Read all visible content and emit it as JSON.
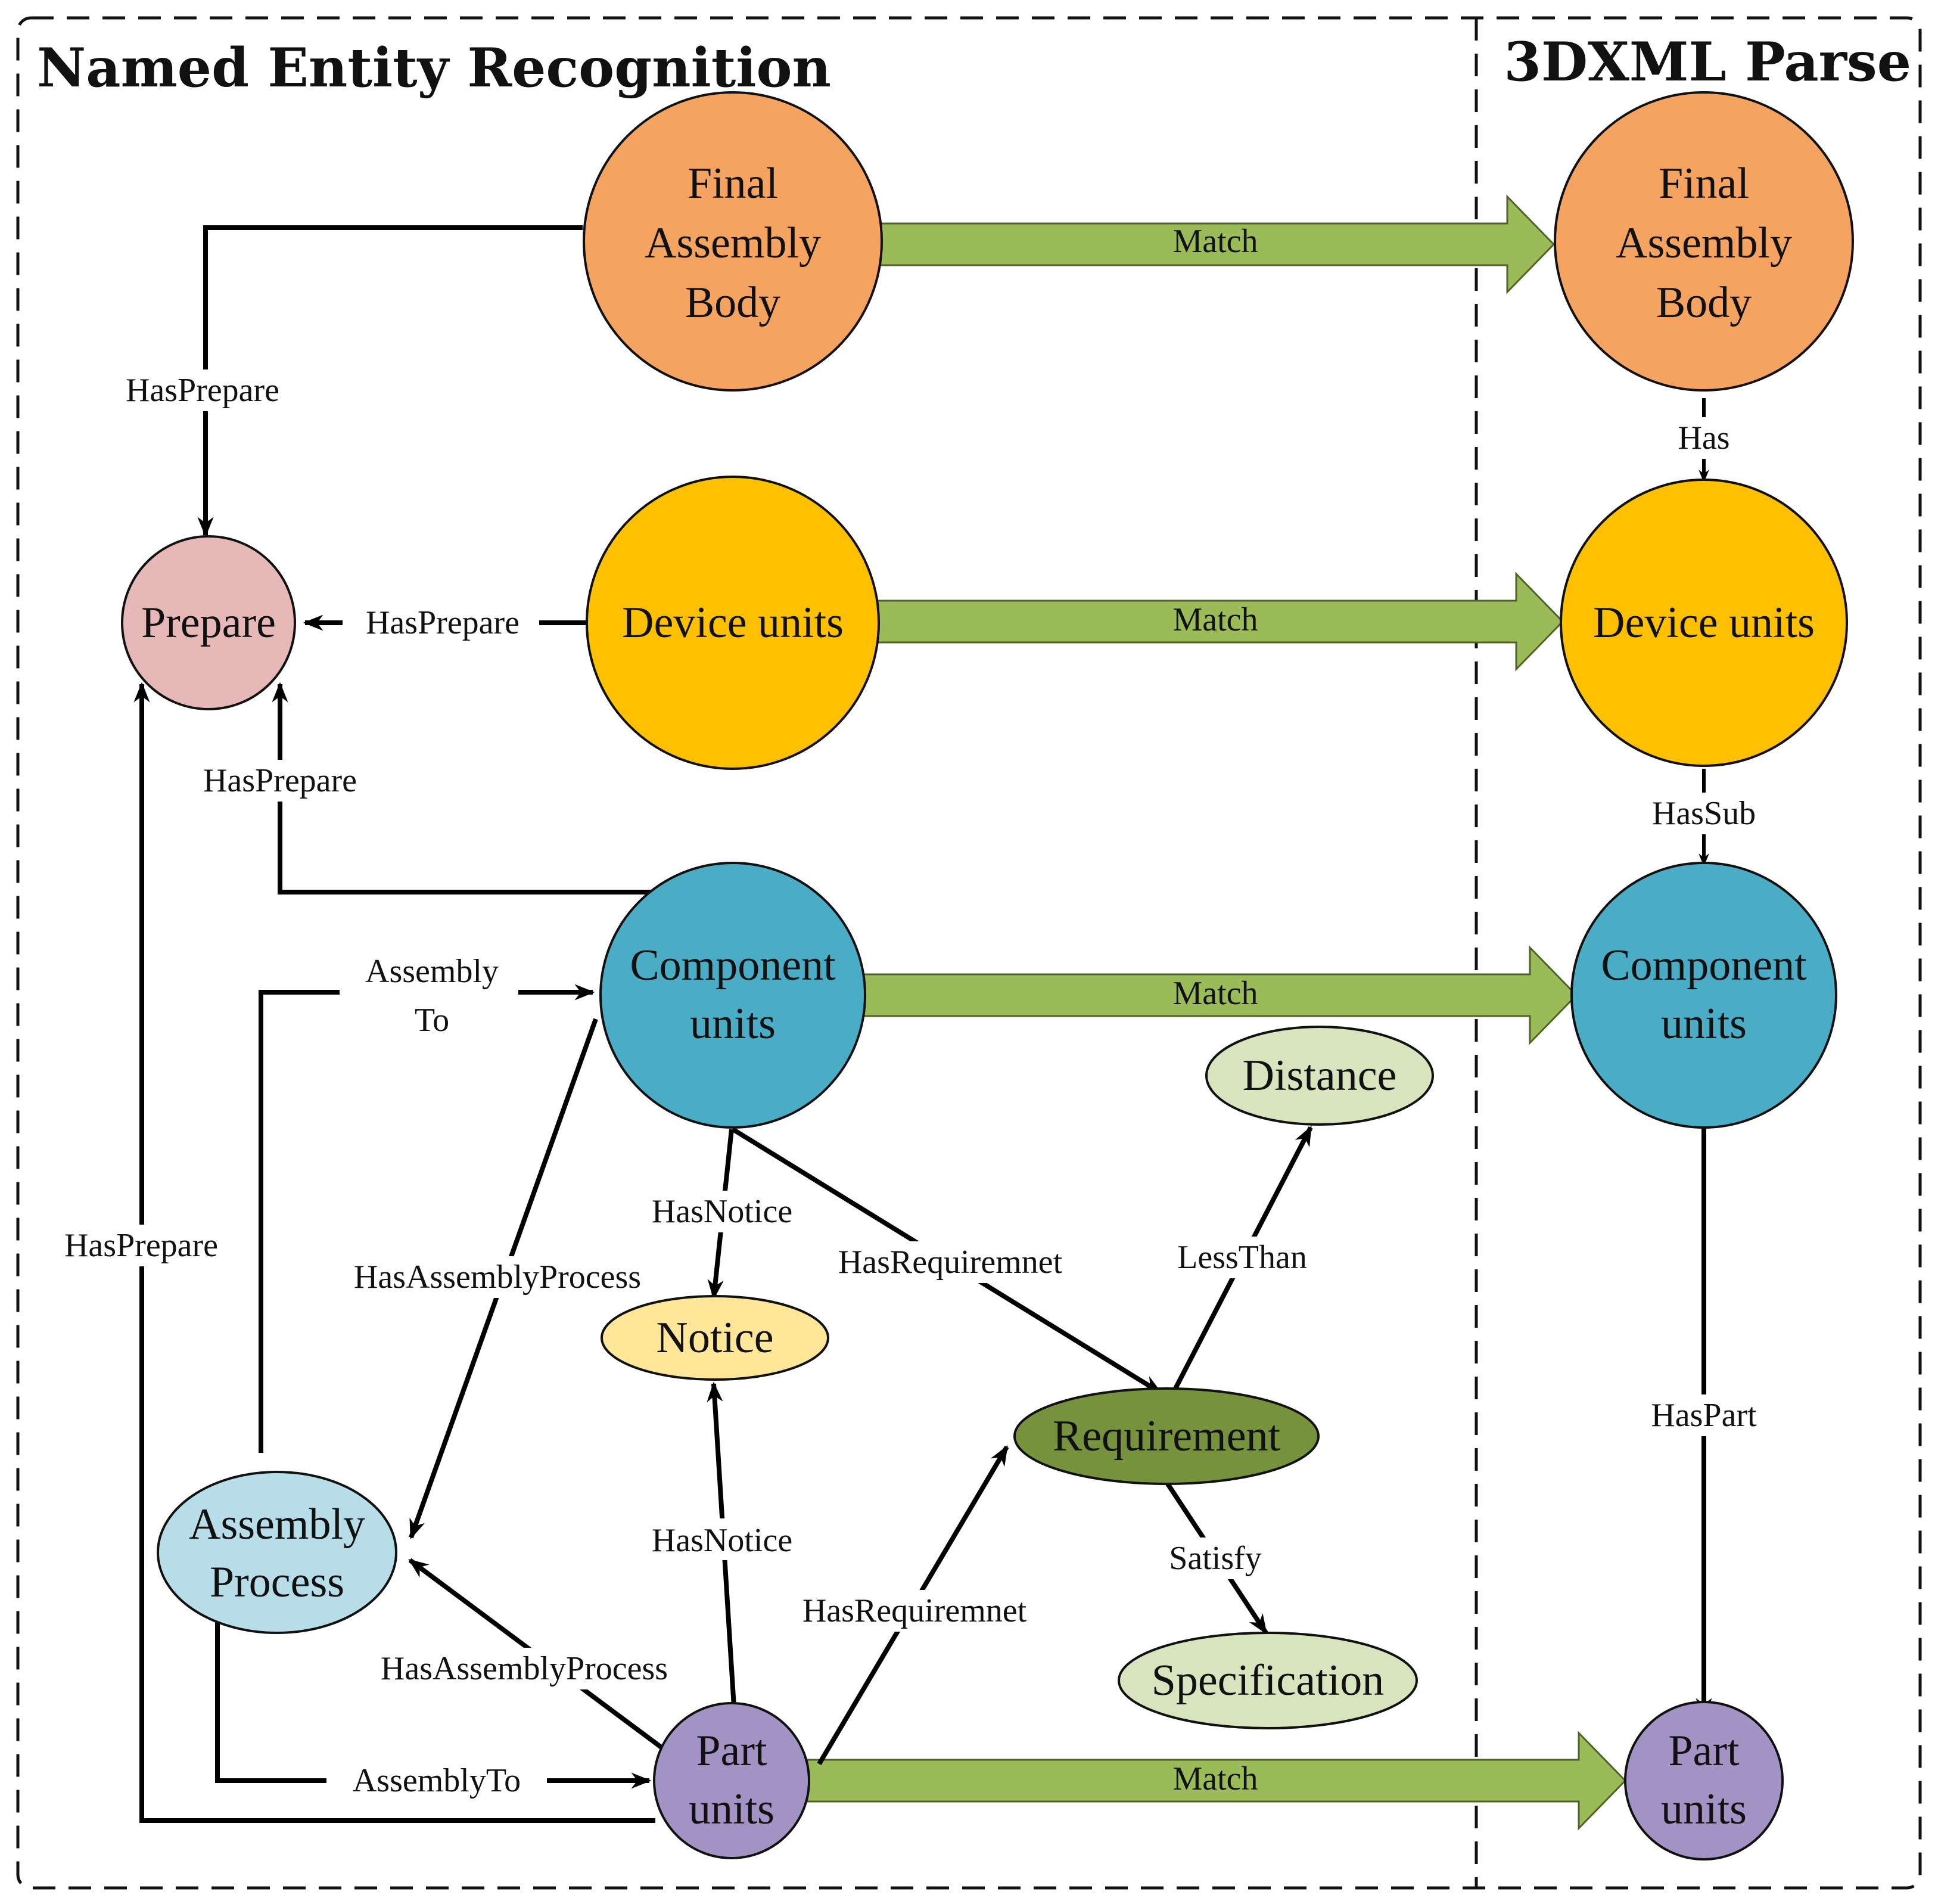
{
  "sections": {
    "left_title": "Named Entity Recognition",
    "right_title": "3DXML Parse"
  },
  "nodes": {
    "final_assembly_ner": [
      "Final",
      "Assembly",
      "Body"
    ],
    "device_units_ner": [
      "Device units"
    ],
    "component_units_ner": [
      "Component",
      "units"
    ],
    "part_units_ner": [
      "Part",
      "units"
    ],
    "prepare": [
      "Prepare"
    ],
    "assembly_process": [
      "Assembly",
      "Process"
    ],
    "notice": [
      "Notice"
    ],
    "requirement": [
      "Requirement"
    ],
    "distance": [
      "Distance"
    ],
    "specification": [
      "Specification"
    ],
    "final_assembly_xml": [
      "Final",
      "Assembly",
      "Body"
    ],
    "device_units_xml": [
      "Device units"
    ],
    "component_units_xml": [
      "Component",
      "units"
    ],
    "part_units_xml": [
      "Part",
      "units"
    ]
  },
  "edges": {
    "match_1": "Match",
    "match_2": "Match",
    "match_3": "Match",
    "match_4": "Match",
    "final_hasprepare": "HasPrepare",
    "device_hasprepare": "HasPrepare",
    "component_hasprepare": "HasPrepare",
    "part_hasprepare": "HasPrepare",
    "process_assembly_to": [
      "Assembly",
      "To"
    ],
    "process_assemblyto_part": "AssemblyTo",
    "component_hasassemblyprocess": "HasAssemblyProcess",
    "part_hasassemblyprocess": "HasAssemblyProcess",
    "component_hasnotice": "HasNotice",
    "part_hasnotice": "HasNotice",
    "component_hasrequirement": "HasRequiremnet",
    "part_hasrequirement": "HasRequiremnet",
    "requirement_lessthan": "LessThan",
    "requirement_satisfy": "Satisfy",
    "final_has_device": "Has",
    "device_hassub_component": "HasSub",
    "component_haspart_part": "HasPart"
  },
  "colors": {
    "final_assembly": "#f4a460",
    "device_units": "#ffc000",
    "component_units": "#4bacc6",
    "part_units": "#a393c4",
    "prepare": "#e6b8b7",
    "assembly_process": "#b7dde8",
    "notice": "#ffe699",
    "requirement": "#76923c",
    "distance": "#d7e4bd",
    "specification": "#d7e4bd",
    "match_arrow": "#9bbb59"
  }
}
